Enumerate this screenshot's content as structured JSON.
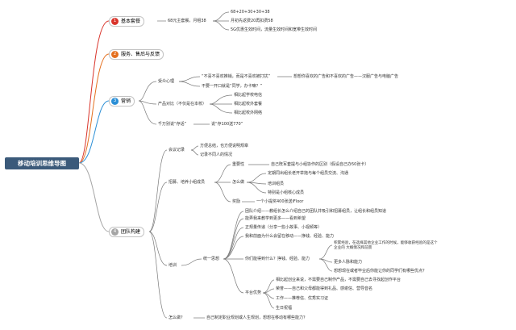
{
  "root": "移动培训思维导图",
  "branches": [
    {
      "num": "1",
      "label": "基本套餐",
      "color": "#d9342b"
    },
    {
      "num": "2",
      "label": "服务、售后与反馈",
      "color": "#e46f1e"
    },
    {
      "num": "3",
      "label": "营销",
      "color": "#2b8fd6"
    },
    {
      "num": "4",
      "label": "团队构建",
      "color": "#a5a5a5"
    }
  ],
  "b1": {
    "pkg": "68元主套餐，月租38",
    "leaves": [
      "68+20+30+30+38",
      "月初先返费20再扣费58",
      "5G优惠生效时间，流量生效时间和宽带生效时间"
    ]
  },
  "b3": {
    "mind": "受众心理",
    "q1": "“不喜不喜欢推销，而是不喜欢被打扰”",
    "q1a": "想想你喜欢的广告和不喜欢的广告——汉服广告与电脑广告",
    "q2": "不要一开口就是“同学，办卡嘛？”",
    "cmp": "产品对比（不仅是在本校）",
    "cmp_items": [
      "相比起学校电信",
      "相比起校外套餐",
      "相比起校外网络"
    ],
    "save": "千万别说“存话”",
    "save_a": "说“存100送770”"
  },
  "b4": {
    "meeting": "会议记录",
    "meeting_items": [
      "方便总结，也方便说明规章",
      "记录不同人的情况"
    ],
    "team": "招募、培养小组成员",
    "importance": "重要性",
    "importance_a": "自己既军套提与小组协作的区别（假设自己办50张卡）",
    "how": "怎么做",
    "how_items": [
      "定期同出组长老开举拖与每个组员交流、沟通",
      "培训组员",
      "特别是小组核心成员"
    ],
    "reward": "奖励",
    "reward_a": "一个小提奖400张送iFloor",
    "train": "培训",
    "train_head": [
      "团队介绍——教组长怎么介绍自己的团队并吸引和招募组员，让组长和组员知道",
      "能弄我来教学到更多——看到希望",
      "正规量传递（分享一些小故事、小视频等）",
      "我和前面为什么会留在移动——挣钱、经验、能力"
    ],
    "unite": "统一思想",
    "q_earn": "你们能得到什么？挣钱、经验、能力",
    "earn_items": [
      "积累经验，在选择其他企业工作的时候，能够收获经验的是这个企业的 大概情况和前景",
      "更多人脉和能力",
      "想想现在或者毕业后你能让你的同学们有哪些优点？"
    ],
    "platform": "平台优势",
    "platform_items": [
      "相比起创业来说，不需要自己制作产品，不需要自己去寻找起创作平台",
      "荣誉——自己和父母都能得到礼品、感谢信、营导音名",
      "工作——推荐信、优秀实习证",
      "生日祝福"
    ],
    "howto": "怎么做？",
    "howto_a": "自己制定职业规划或人生规划，想想在移动有哪些能力？"
  }
}
